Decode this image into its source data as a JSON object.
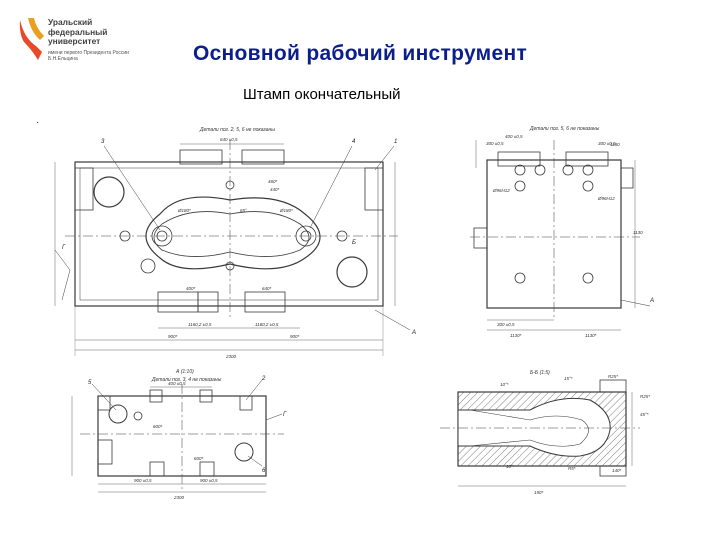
{
  "logo": {
    "name": "Уральский федеральный университет",
    "subtitle": "имени первого Президента России Б.Н.Ельцина"
  },
  "header": {
    "title": "Основной рабочий инструмент",
    "subtitle": "Штамп окончательный"
  },
  "drawings": {
    "main_plan": {
      "caption": "Детали поз. 2, 5, 6 не показаны",
      "dims": [
        "640 ±0,5",
        "460*",
        "440*",
        "Ø180*",
        "Ø180*",
        "65°",
        "400*",
        "640*",
        "1160,2 ±0,5",
        "1160,2 ±0,5",
        "900*",
        "900*",
        "2300"
      ],
      "leaders": [
        "3",
        "4",
        "1",
        "Г",
        "Б",
        "А"
      ]
    },
    "right_plan": {
      "caption": "Детали поз. 5, 6 не показаны",
      "dims": [
        "300 ±0,5",
        "400 ±0,5",
        "300 ±0,5",
        "Ø96Н12",
        "Ø96Н12",
        "1130",
        "1180",
        "300 ±0,5",
        "1130*",
        "1130*"
      ],
      "leaders": [
        "А"
      ]
    },
    "front_view": {
      "title": "А (1:10)",
      "caption": "Детали поз. 3, 4 не показаны",
      "dims": [
        "400 ±0,5",
        "600*",
        "600*",
        "900 ±0,5",
        "900 ±0,5",
        "2300"
      ],
      "leaders": [
        "5",
        "2",
        "Г",
        "6"
      ]
    },
    "section": {
      "title": "Б-Б (1:5)",
      "dims": [
        "10°*",
        "15°*",
        "R25*",
        "R25*",
        "45°*",
        "10°*",
        "R5*",
        "140*",
        "190*"
      ]
    }
  }
}
